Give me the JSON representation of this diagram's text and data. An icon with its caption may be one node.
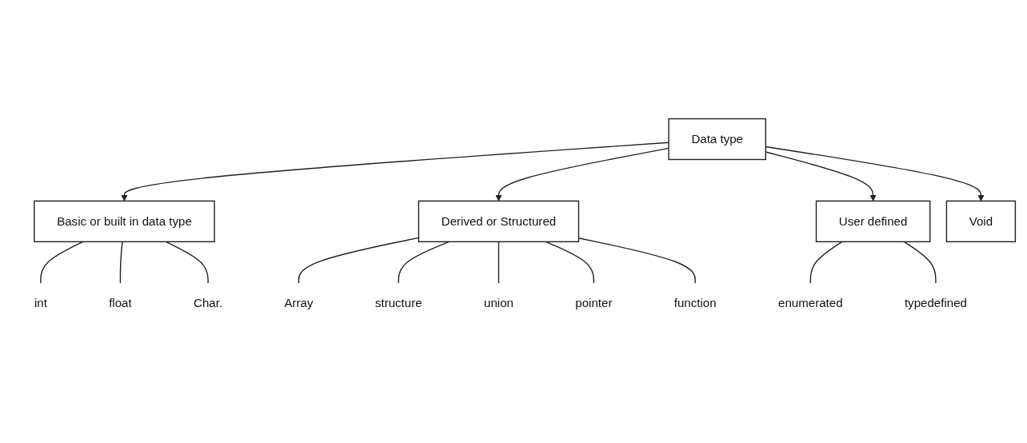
{
  "diagram": {
    "nodes": [
      {
        "text": [
          "Data type"
        ]
      },
      {
        "text": [
          "Basic or built in data type"
        ]
      },
      {
        "text": [
          "Derived or Structured"
        ]
      },
      {
        "text": [
          "User defined"
        ]
      },
      {
        "text": [
          "Void"
        ]
      },
      {
        "text": [
          "int"
        ]
      },
      {
        "text": [
          "float"
        ]
      },
      {
        "text": [
          "Char."
        ]
      },
      {
        "text": [
          "Array"
        ]
      },
      {
        "text": [
          "structure"
        ]
      },
      {
        "text": [
          "union"
        ]
      },
      {
        "text": [
          "pointer"
        ]
      },
      {
        "text": [
          "function"
        ]
      },
      {
        "text": [
          "enumerated"
        ]
      },
      {
        "text": [
          "typedefined"
        ]
      }
    ],
    "edges": [
      {
        "from": 0,
        "to": 1,
        "arrow": "to"
      },
      {
        "from": 0,
        "to": 2,
        "arrow": "to"
      },
      {
        "from": 0,
        "to": 3,
        "arrow": "to"
      },
      {
        "from": 0,
        "to": 4,
        "arrow": "to"
      },
      {
        "from": 1,
        "to": 5,
        "arrow": "none"
      },
      {
        "from": 1,
        "to": 6,
        "arrow": "none"
      },
      {
        "from": 1,
        "to": 7,
        "arrow": "none"
      },
      {
        "from": 2,
        "to": 8,
        "arrow": "none"
      },
      {
        "from": 2,
        "to": 9,
        "arrow": "none"
      },
      {
        "from": 2,
        "to": 10,
        "arrow": "none"
      },
      {
        "from": 2,
        "to": 11,
        "arrow": "none"
      },
      {
        "from": 2,
        "to": 12,
        "arrow": "none"
      },
      {
        "from": 3,
        "to": 13,
        "arrow": "none"
      },
      {
        "from": 3,
        "to": 14,
        "arrow": "none"
      }
    ]
  }
}
